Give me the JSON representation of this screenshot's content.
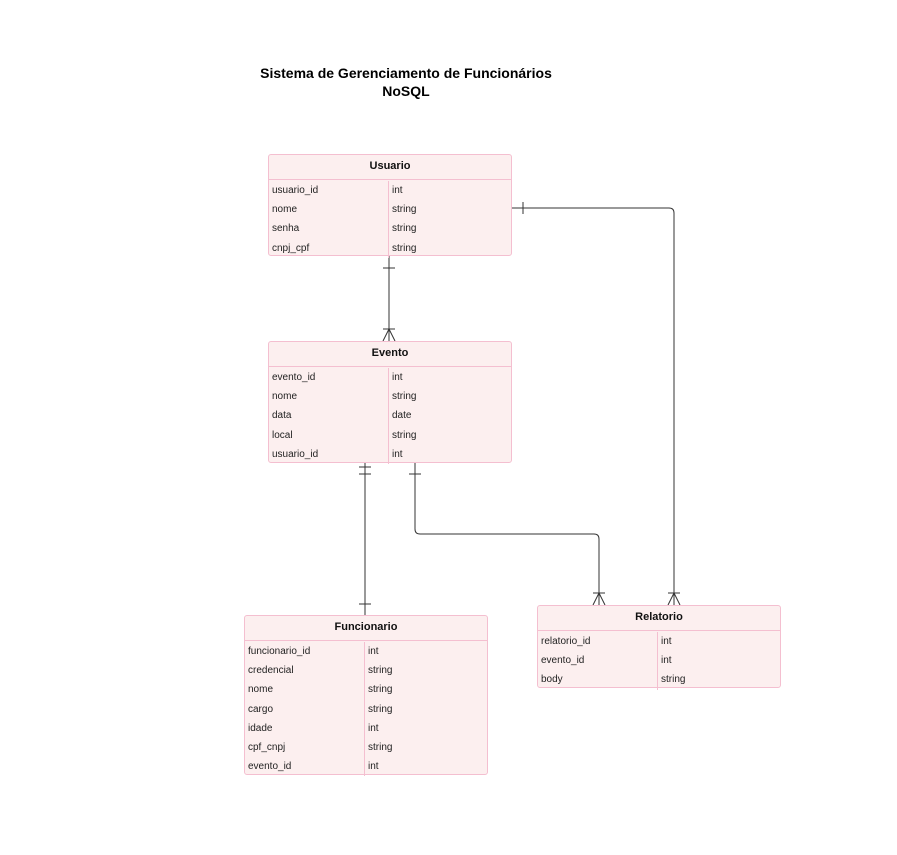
{
  "title": {
    "line1": "Sistema de Gerenciamento de Funcionários",
    "line2": "NoSQL"
  },
  "entities": {
    "usuario": {
      "name": "Usuario",
      "fields": [
        {
          "name": "usuario_id",
          "type": "int"
        },
        {
          "name": "nome",
          "type": "string"
        },
        {
          "name": "senha",
          "type": "string"
        },
        {
          "name": "cnpj_cpf",
          "type": "string"
        }
      ]
    },
    "evento": {
      "name": "Evento",
      "fields": [
        {
          "name": "evento_id",
          "type": "int"
        },
        {
          "name": "nome",
          "type": "string"
        },
        {
          "name": "data",
          "type": "date"
        },
        {
          "name": "local",
          "type": "string"
        },
        {
          "name": "usuario_id",
          "type": "int"
        }
      ]
    },
    "funcionario": {
      "name": "Funcionario",
      "fields": [
        {
          "name": "funcionario_id",
          "type": "int"
        },
        {
          "name": "credencial",
          "type": "string"
        },
        {
          "name": "nome",
          "type": "string"
        },
        {
          "name": "cargo",
          "type": "string"
        },
        {
          "name": "idade",
          "type": "int"
        },
        {
          "name": "cpf_cnpj",
          "type": "string"
        },
        {
          "name": "evento_id",
          "type": "int"
        }
      ]
    },
    "relatorio": {
      "name": "Relatorio",
      "fields": [
        {
          "name": "relatorio_id",
          "type": "int"
        },
        {
          "name": "evento_id",
          "type": "int"
        },
        {
          "name": "body",
          "type": "string"
        }
      ]
    }
  },
  "colors": {
    "entity_fill": "#fcefef",
    "entity_border": "#f4bfd0",
    "connector": "#333333"
  }
}
